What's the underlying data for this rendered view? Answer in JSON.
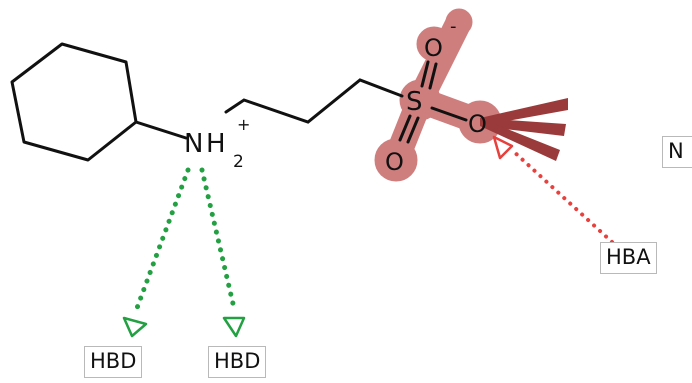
{
  "molecule": {
    "atoms": {
      "nitrogen": "N",
      "nitrogen_h": "H",
      "nitrogen_h_count": "2",
      "nitrogen_charge": "+",
      "sulfur": "S",
      "oxygen_top": "O",
      "oxygen_top_charge": "-",
      "oxygen_right": "O",
      "oxygen_bottom": "O"
    }
  },
  "features": {
    "hbd_left": "HBD",
    "hbd_right": "HBD",
    "hba": "HBA",
    "edge_label": "N"
  },
  "colors": {
    "bond": "#111111",
    "highlight": "#cf7e7e",
    "vector": "#9b3a3a",
    "donor": "#22a042",
    "acceptor": "#e8403c",
    "label_border": "#b9b9b9"
  }
}
